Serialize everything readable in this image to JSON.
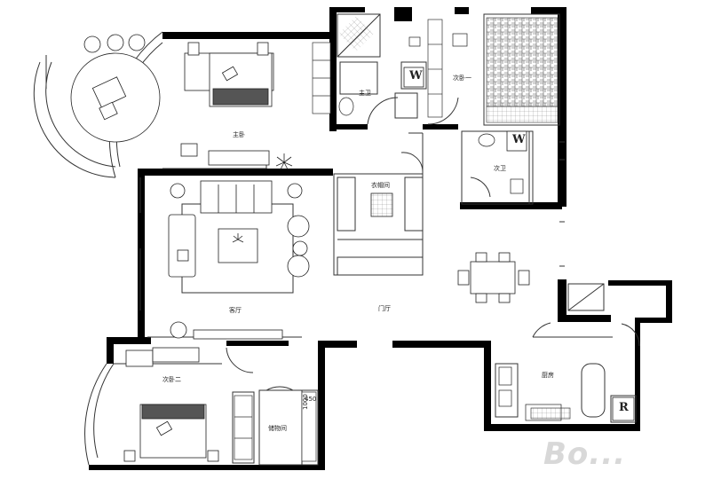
{
  "rooms": {
    "master_bedroom": "主卧",
    "master_bath": "主卫",
    "second_bedroom_1": "次卧一",
    "second_bedroom_2": "次卧二",
    "second_bath": "次卫",
    "cloakroom": "衣帽间",
    "living_room": "客厅",
    "hallway": "门厅",
    "kitchen": "厨房",
    "storage_room": "储物间"
  },
  "dimensions": {
    "width_450": "450",
    "depth_1000": "1000"
  },
  "fixtures": {
    "washer_w": "W",
    "fridge_r": "R"
  },
  "watermark": "Bo...",
  "colors": {
    "wall": "#000000",
    "line": "#333333",
    "background": "#ffffff"
  }
}
